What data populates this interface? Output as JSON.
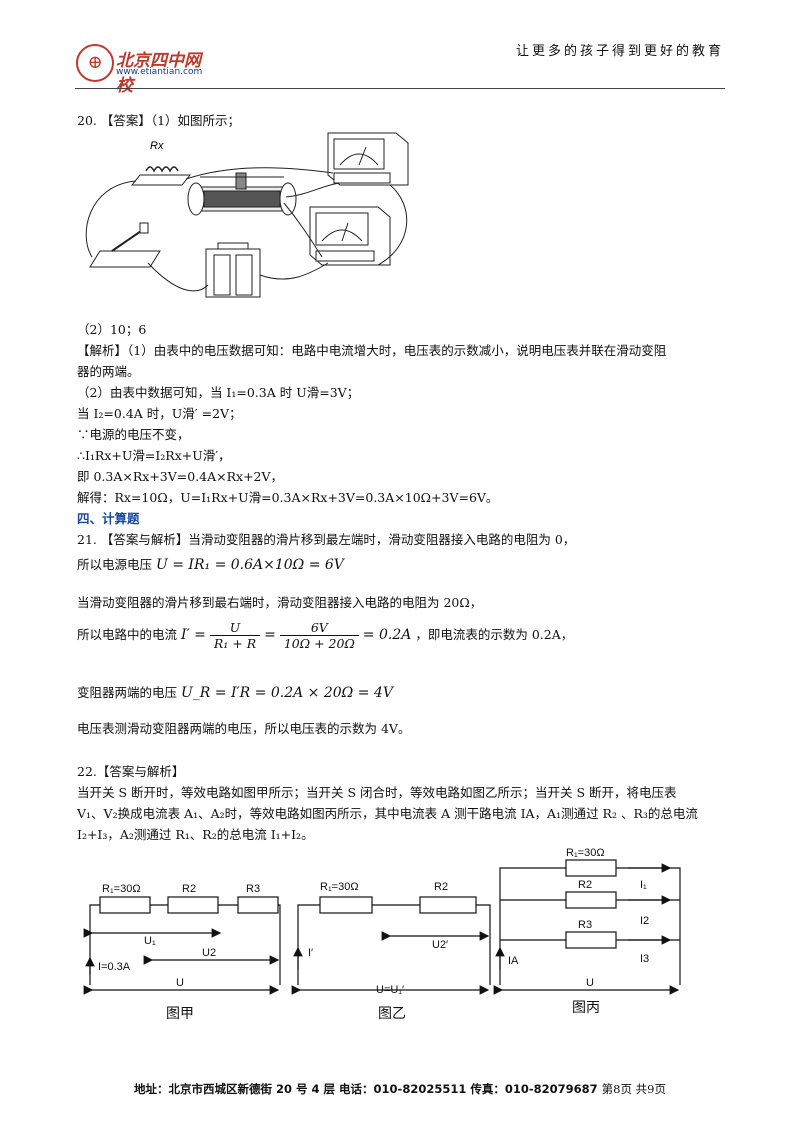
{
  "header": {
    "logo_name": "北京四中网校",
    "logo_url": "www.etiantian.com",
    "slogan": "让更多的孩子得到更好的教育"
  },
  "q20": {
    "title": "20. 【答案】（1）如图所示；",
    "rx_label": "Rx",
    "ans2": "（2）10；6",
    "l1": "【解析】（1）由表中的电压数据可知：电路中电流增大时，电压表的示数减小，说明电压表并联在滑动变阻",
    "l2": "器的两端。",
    "l3": "（2）由表中数据可知，当 I₁=0.3A 时 U滑=3V；",
    "l4": "当 I₂=0.4A 时，U滑′ =2V；",
    "l5": "∵电源的电压不变，",
    "l6": "∴I₁Rx+U滑=I₂Rx+U滑′，",
    "l7": "即 0.3A×Rx+3V=0.4A×Rx+2V，",
    "l8": "解得：Rx=10Ω，U=I₁Rx+U滑=0.3A×Rx+3V=0.3A×10Ω+3V=6V。"
  },
  "section4": "四、计算题",
  "q21": {
    "l1": "21. 【答案与解析】当滑动变阻器的滑片移到最左端时，滑动变阻器接入电路的电阻为 0，",
    "l2_pre": "所以电源电压",
    "l2_eq": "U = IR₁ = 0.6A×10Ω = 6V",
    "l3": "当滑动变阻器的滑片移到最右端时，滑动变阻器接入电路的电阻为 20Ω，",
    "l4_pre": "所以电路中的电流",
    "l4_lhs": "I′ =",
    "l4_f1_num": "U",
    "l4_f1_den": "R₁ + R",
    "l4_eq": "=",
    "l4_f2_num": "6V",
    "l4_f2_den": "10Ω + 20Ω",
    "l4_rhs": "= 0.2A",
    "l4_post": "，即电流表的示数为 0.2A，",
    "l5_pre": "变阻器两端的电压",
    "l5_eq": "U_R = I′R = 0.2A × 20Ω = 4V",
    "l6": "电压表测滑动变阻器两端的电压，所以电压表的示数为 4V。"
  },
  "q22": {
    "l1": "22.【答案与解析】",
    "l2": "当开关 S 断开时，等效电路如图甲所示；当开关 S 闭合时，等效电路如图乙所示；当开关 S 断开，将电压表",
    "l3": "V₁、V₂换成电流表 A₁、A₂时，等效电路如图丙所示，其中电流表 A 测干路电流 IA，A₁测通过 R₂ 、R₃的总电流",
    "l4": "I₂+I₃，A₂测通过 R₁、R₂的总电流 I₁+I₂。"
  },
  "fig_jia": {
    "r1": "R₁=30Ω",
    "r2": "R2",
    "r3": "R3",
    "u1": "U₁",
    "u2": "U2",
    "i": "I=0.3A",
    "u": "U",
    "caption": "图甲"
  },
  "fig_yi": {
    "r1": "R₁=30Ω",
    "r2": "R2",
    "u2": "U2′",
    "i": "I′",
    "u": "U=U₁′",
    "caption": "图乙"
  },
  "fig_bing": {
    "r1": "R₁=30Ω",
    "r2": "R2",
    "r3": "R3",
    "i1": "I₁",
    "i2": "I2",
    "i3": "I3",
    "ia": "IA",
    "u": "U",
    "caption": "图丙"
  },
  "footer": {
    "address": "地址：北京市西城区新德街 20 号 4 层  电话：010-82025511  传真：010-82079687",
    "page": "第8页  共9页"
  }
}
